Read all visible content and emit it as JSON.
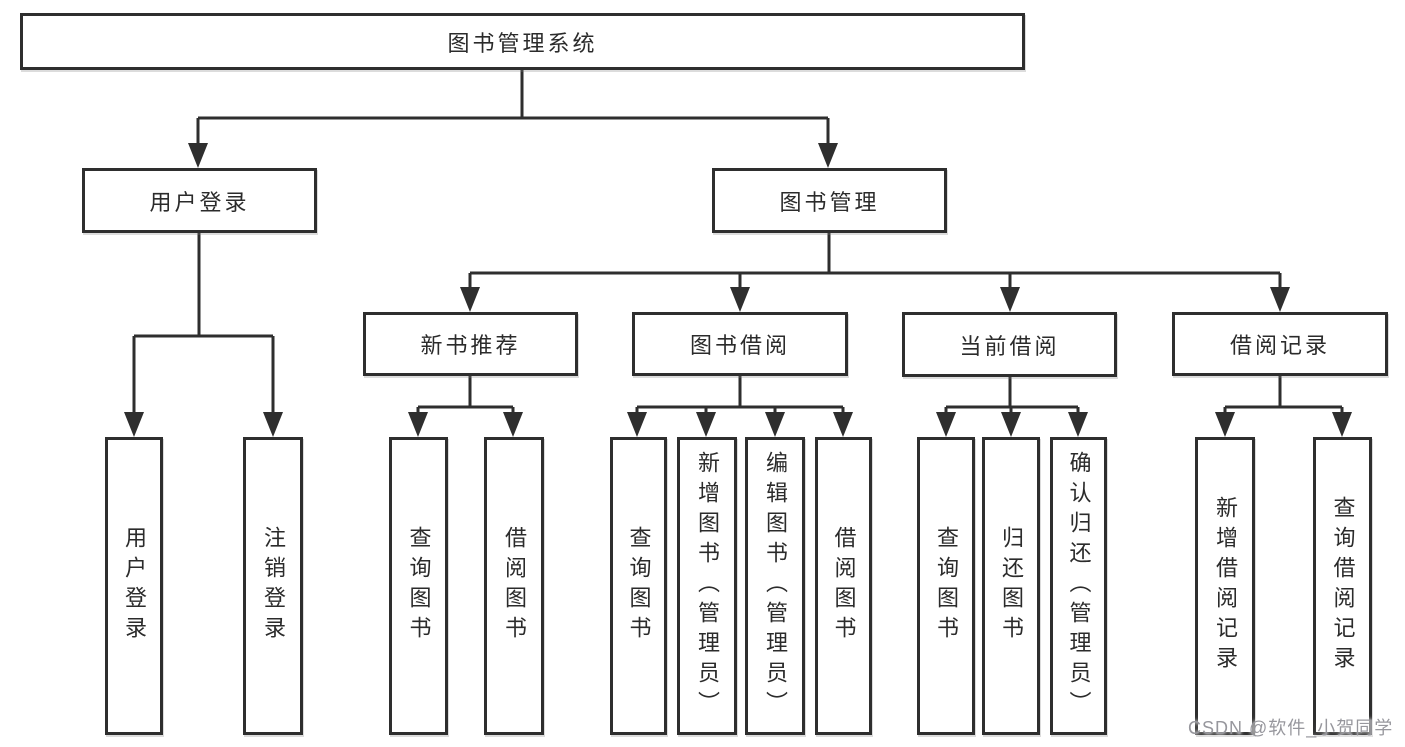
{
  "tree": {
    "root_label": "图书管理系统",
    "user_branch": {
      "label": "用户登录",
      "children": [
        {
          "label": "用户登录"
        },
        {
          "label": "注销登录"
        }
      ]
    },
    "book_branch": {
      "label": "图书管理",
      "groups": [
        {
          "label": "新书推荐",
          "children": [
            {
              "label": "查询图书"
            },
            {
              "label": "借阅图书"
            }
          ]
        },
        {
          "label": "图书借阅",
          "children": [
            {
              "label": "查询图书"
            },
            {
              "label": "新增图书（管理员）"
            },
            {
              "label": "编辑图书（管理员）"
            },
            {
              "label": "借阅图书"
            }
          ]
        },
        {
          "label": "当前借阅",
          "children": [
            {
              "label": "查询图书"
            },
            {
              "label": "归还图书"
            },
            {
              "label": "确认归还（管理员）"
            }
          ]
        },
        {
          "label": "借阅记录",
          "children": [
            {
              "label": "新增借阅记录"
            },
            {
              "label": "查询借阅记录"
            }
          ]
        }
      ]
    }
  },
  "watermark": {
    "text": "CSDN @软件_小贺同学"
  },
  "colors": {
    "line": "#2e2e2e",
    "box_border": "#2e2e2e",
    "text": "#2b2b2b",
    "background": "#ffffff",
    "watermark": "#97979d"
  }
}
